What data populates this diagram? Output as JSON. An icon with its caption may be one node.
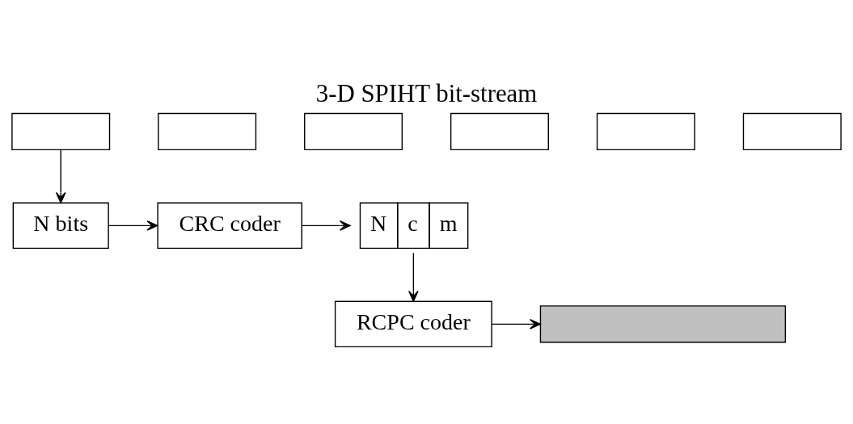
{
  "diagram": {
    "title": "3-D SPIHT bit-stream",
    "nodes": [
      {
        "text": [],
        "shape": "box"
      },
      {
        "text": [],
        "shape": "box"
      },
      {
        "text": [],
        "shape": "box"
      },
      {
        "text": [],
        "shape": "box"
      },
      {
        "text": [],
        "shape": "box"
      },
      {
        "text": [],
        "shape": "box"
      },
      {
        "text": [
          "N bits"
        ]
      },
      {
        "text": [
          "CRC coder"
        ]
      },
      {
        "text": [
          "N",
          "c",
          "m"
        ]
      },
      {
        "text": [
          "RCPC coder"
        ]
      },
      {
        "text": [],
        "shape": "bar"
      }
    ],
    "edges": [
      {
        "from": 0,
        "to": 6,
        "arrow": "to"
      },
      {
        "from": 6,
        "to": 7,
        "arrow": "to"
      },
      {
        "from": 7,
        "to": 8,
        "arrow": "to"
      },
      {
        "from": 8,
        "to": 9,
        "arrow": "to"
      },
      {
        "from": 9,
        "to": 10,
        "arrow": "to"
      }
    ]
  }
}
